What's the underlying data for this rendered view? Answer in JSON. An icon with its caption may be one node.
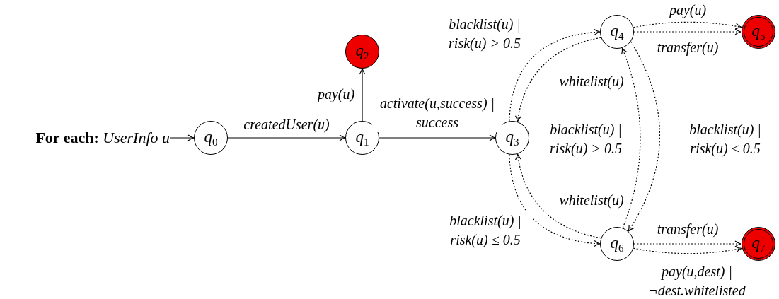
{
  "diagram": {
    "nodes": [
      {
        "text": [
          "**For each:** *UserInfo u*"
        ]
      },
      {
        "text": [
          "*q*$_{0}$"
        ]
      },
      {
        "text": [
          "*q*$_{1}$"
        ]
      },
      {
        "text": [
          "*q*$_{2}$"
        ]
      },
      {
        "text": [
          "*q*$_{3}$"
        ]
      },
      {
        "text": [
          "*q*$_{4}$"
        ]
      },
      {
        "text": [
          "*q*$_{5}$"
        ]
      },
      {
        "text": [
          "*q*$_{6}$"
        ]
      },
      {
        "text": [
          "*q*$_{7}$"
        ]
      }
    ],
    "edges": [
      {
        "from": 0,
        "to": 1,
        "arrow": "to"
      },
      {
        "from": 1,
        "to": 2,
        "arrow": "to",
        "label": "createdUser(u)"
      },
      {
        "from": 2,
        "to": 3,
        "arrow": "to",
        "label": "pay(u)"
      },
      {
        "from": 2,
        "to": 4,
        "arrow": "to",
        "label": "activate(u,success) | success"
      },
      {
        "from": 4,
        "to": 5,
        "arrow": "to",
        "label": "blacklist(u) | risk(u) > 0.5",
        "style": "dashed"
      },
      {
        "from": 5,
        "to": 4,
        "arrow": "to",
        "label": "whitelist(u)",
        "style": "dashed"
      },
      {
        "from": 4,
        "to": 7,
        "arrow": "to",
        "label": "blacklist(u) | risk(u) ≤ 0.5",
        "style": "dashed"
      },
      {
        "from": 7,
        "to": 4,
        "arrow": "to",
        "label": "whitelist(u)",
        "style": "dashed"
      },
      {
        "from": 7,
        "to": 5,
        "arrow": "to",
        "label": "blacklist(u) | risk(u) > 0.5",
        "style": "dashed"
      },
      {
        "from": 5,
        "to": 7,
        "arrow": "to",
        "label": "blacklist(u) | risk(u) ≤ 0.5",
        "style": "dashed"
      },
      {
        "from": 5,
        "to": 6,
        "arrow": "to",
        "label": "pay(u)",
        "style": "dashed"
      },
      {
        "from": 5,
        "to": 6,
        "arrow": "to",
        "label": "transfer(u)",
        "style": "dashed"
      },
      {
        "from": 7,
        "to": 8,
        "arrow": "to",
        "label": "transfer(u)",
        "style": "dashed"
      },
      {
        "from": 7,
        "to": 8,
        "arrow": "to",
        "label": "pay(u,dest) | ¬dest.whitelisted",
        "style": "dashed"
      }
    ]
  }
}
